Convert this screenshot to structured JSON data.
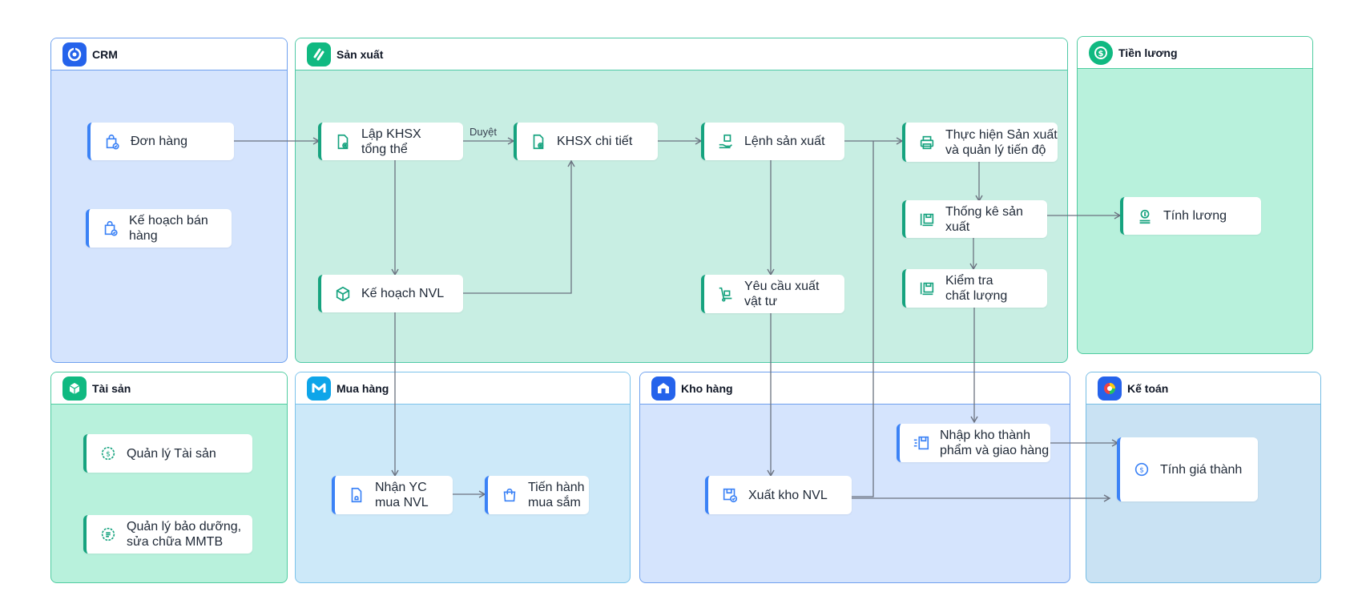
{
  "panels": {
    "crm": {
      "title": "CRM",
      "icon": "crm-logo-icon"
    },
    "san_xuat": {
      "title": "Sản xuất",
      "icon": "production-logo-icon"
    },
    "tien_luong": {
      "title": "Tiền lương",
      "icon": "dollar-coin-icon"
    },
    "tai_san": {
      "title": "Tài sản",
      "icon": "cube-logo-icon"
    },
    "mua_hang": {
      "title": "Mua hàng",
      "icon": "m-logo-icon"
    },
    "kho_hang": {
      "title": "Kho hàng",
      "icon": "warehouse-logo-icon"
    },
    "ke_toan": {
      "title": "Kế toán",
      "icon": "accounting-logo-icon"
    }
  },
  "nodes": {
    "don_hang": "Đơn hàng",
    "ke_hoach_ban_hang": "Kế hoạch bán\nhàng",
    "lap_khsx": "Lập KHSX\ntổng thể",
    "khsx_chi_tiet": "KHSX chi tiết",
    "lenh_san_xuat": "Lệnh sản xuất",
    "thuc_hien_sx": "Thực hiện Sản xuất\nvà quản lý tiến độ",
    "thong_ke_sx": "Thống kê sản\nxuất",
    "kiem_tra_cl": "Kiểm tra\nchất lượng",
    "ke_hoach_nvl": "Kế hoạch NVL",
    "yeu_cau_xuat": "Yêu cầu xuất\nvật tư",
    "tinh_luong": "Tính lương",
    "quan_ly_tai_san": "Quản lý Tài sản",
    "quan_ly_bao_duong": "Quản lý bảo dưỡng,\nsửa chữa MMTB",
    "nhan_yc": "Nhận YC\nmua NVL",
    "tien_hanh": "Tiến hành\nmua sắm",
    "xuat_kho_nvl": "Xuất kho NVL",
    "nhap_kho": "Nhập kho thành\nphẩm và giao hàng",
    "tinh_gia_thanh": "Tính giá thành"
  },
  "edge_labels": {
    "duyet": "Duyệt"
  },
  "colors": {
    "crm_accent": "#3b82f6",
    "production_accent": "#16a37f",
    "arrow": "#6b7280"
  }
}
